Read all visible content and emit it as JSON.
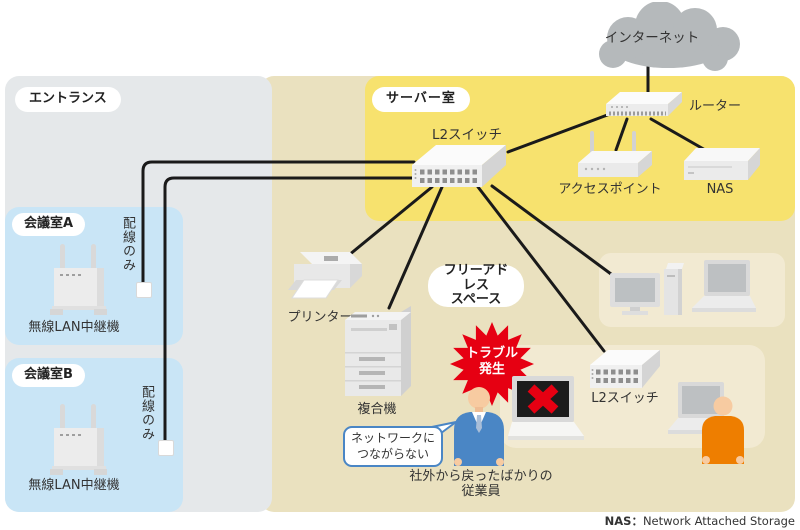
{
  "areas": {
    "entrance": {
      "label": "エントランス"
    },
    "meeting_a": {
      "label": "会議室A"
    },
    "meeting_b": {
      "label": "会議室B"
    },
    "server_room": {
      "label": "サーバー室"
    },
    "free_address": {
      "label_line1": "フリーアドレス",
      "label_line2": "スペース"
    }
  },
  "nodes": {
    "internet": {
      "label": "インターネット"
    },
    "router": {
      "label": "ルーター"
    },
    "l2_switch_main": {
      "label": "L2スイッチ"
    },
    "access_point": {
      "label": "アクセスポイント"
    },
    "nas": {
      "label": "NAS"
    },
    "repeater_a": {
      "label": "無線LAN中継機"
    },
    "repeater_b": {
      "label": "無線LAN中継機"
    },
    "wiring_only_a": {
      "label": "配線のみ"
    },
    "wiring_only_b": {
      "label": "配線のみ"
    },
    "printer": {
      "label": "プリンター"
    },
    "mfp": {
      "label": "複合機"
    },
    "l2_switch_floor": {
      "label": "L2スイッチ"
    }
  },
  "callouts": {
    "trouble": {
      "line1": "トラブル",
      "line2": "発生"
    },
    "speech": {
      "line1": "ネットワークに",
      "line2": "つながらない"
    },
    "employee_caption": {
      "line1": "社外から戻ったばかりの",
      "line2": "従業員"
    }
  },
  "footnote": {
    "term": "NAS",
    "separator": "：",
    "definition": "Network Attached Storage"
  },
  "colors": {
    "server_room_yellow": "#f7e26e",
    "free_address_beige": "#eae1bf",
    "desk_area_beige": "#f2ead2",
    "entrance_gray": "#e5e8ea",
    "meeting_room_blue": "#c9e5f6",
    "cable_black": "#1a1a1a",
    "trouble_red": "#e60012",
    "suit_blue": "#4a86c5",
    "worker_orange": "#ee7e00",
    "cloud_gray": "#b5b9bb"
  }
}
